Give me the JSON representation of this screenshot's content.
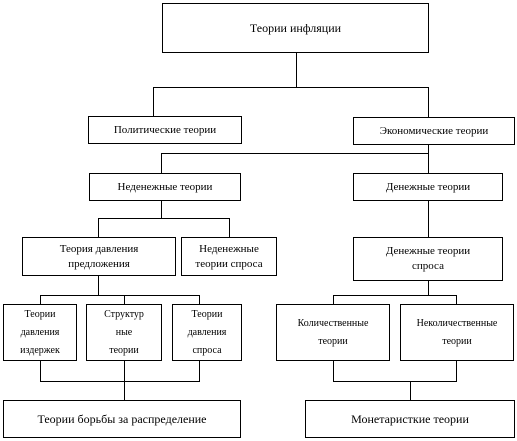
{
  "nodes": {
    "root": "Теории инфляции",
    "political": "Политические теории",
    "economic": "Экономические теории",
    "nonmonetary": "Неденежные теории",
    "monetary": "Денежные теории",
    "supply_pressure": "Теория давления\nпредложения",
    "nonmonetary_demand": "Неденежные\nтеории спроса",
    "monetary_demand": "Денежные теории\nспроса",
    "cost_pressure": "Теории\nдавления\nиздержек",
    "structural": "Структур\nные\nтеории",
    "demand_pressure": "Теории\nдавления\nспроса",
    "quantitative": "Количественные\nтеории",
    "nonquantitative": "Неколичественные\nтеории",
    "distribution_struggle": "Теории борьбы за распределение",
    "monetarist": "Монетаристкие теории"
  }
}
